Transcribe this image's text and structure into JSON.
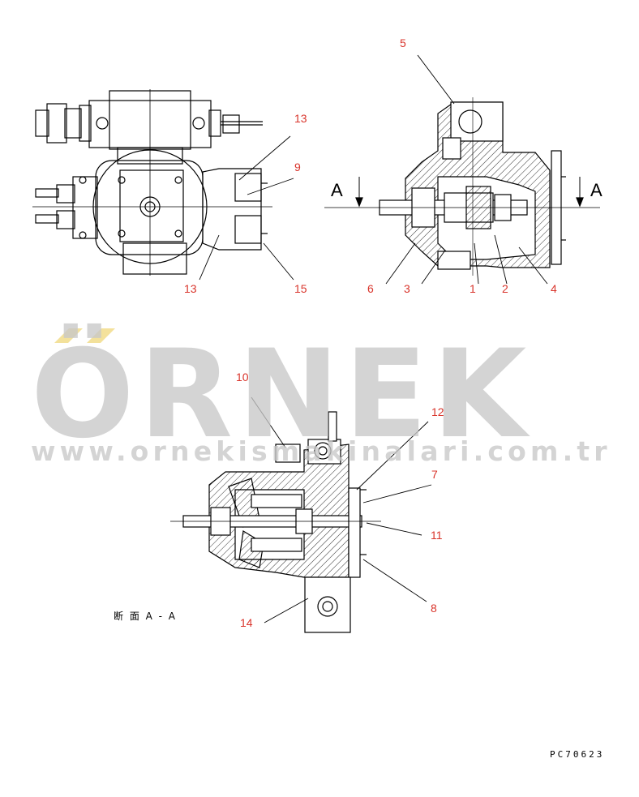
{
  "callouts": {
    "c5": "5",
    "c13_top": "13",
    "c9": "9",
    "c13_bot": "13",
    "c15": "15",
    "c6": "6",
    "c3": "3",
    "c1": "1",
    "c2": "2",
    "c4": "4",
    "c10": "10",
    "c12": "12",
    "c7": "7",
    "c11": "11",
    "c8": "8",
    "c14": "14"
  },
  "section_arrow_left": "A",
  "section_arrow_right": "A",
  "section_label": "断 面 A - A",
  "drawing_code": "PC70623",
  "watermark": {
    "brand": "ÖRNEK",
    "url": "www.ornekismakinalari.com.tr"
  },
  "colors": {
    "callout": "#d9342b",
    "line": "#000000",
    "watermark": "#c8c8c8",
    "watermark_accent": "#f0d77a"
  }
}
